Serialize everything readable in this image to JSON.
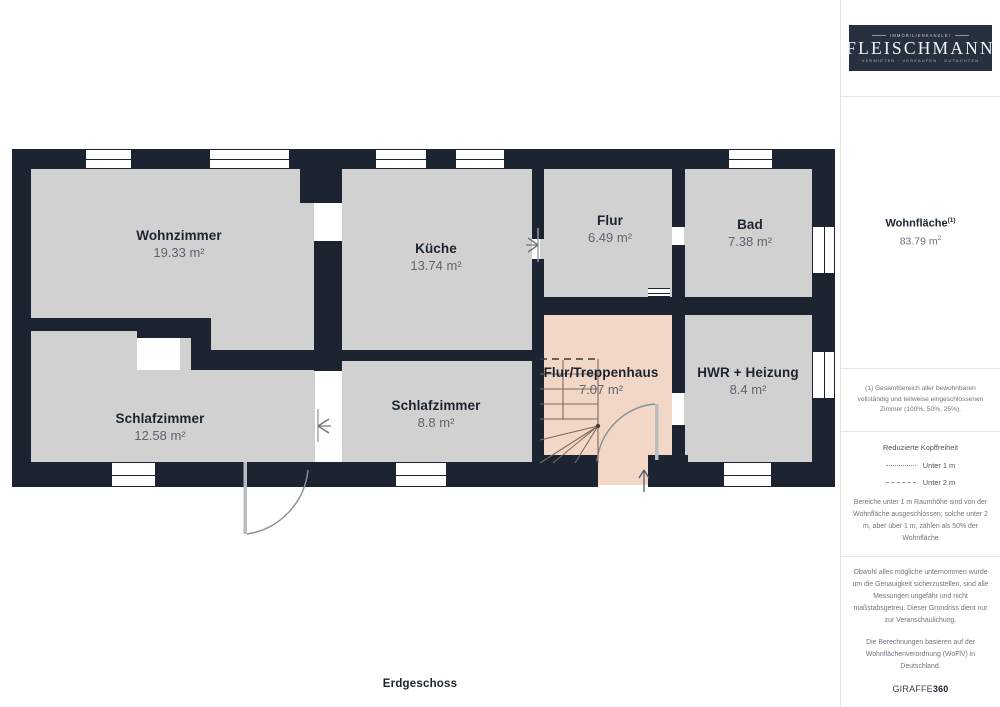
{
  "floor": {
    "caption": "Erdgeschoss"
  },
  "rooms": [
    {
      "id": "wohnzimmer",
      "name": "Wohnzimmer",
      "area": "19.33 m²"
    },
    {
      "id": "schlafzimmer_1",
      "name": "Schlafzimmer",
      "area": "12.58 m²"
    },
    {
      "id": "kueche",
      "name": "Küche",
      "area": "13.74 m²"
    },
    {
      "id": "schlafzimmer_2",
      "name": "Schlafzimmer",
      "area": "8.8 m²"
    },
    {
      "id": "flur",
      "name": "Flur",
      "area": "6.49 m²"
    },
    {
      "id": "bad",
      "name": "Bad",
      "area": "7.38 m²"
    },
    {
      "id": "flur_treppenhaus",
      "name": "Flur/Treppenhaus",
      "area": "7.07 m²"
    },
    {
      "id": "hwr_heizung",
      "name": "HWR + Heizung",
      "area": "8.4 m²"
    }
  ],
  "sidebar": {
    "logo": {
      "eyebrow": "IMMOBILIENKANZLEI",
      "name": "FLEISCHMANN",
      "tagline": "VERMIETEN · VERKAUFEN · GUTACHTEN"
    },
    "living_area": {
      "label": "Wohnfläche",
      "footnote_marker": "(1)",
      "value": "83.79 m",
      "unit_sup": "2"
    },
    "footnote": "(1) Gesamtbereich aller bewohnbaren vollständig und teilweise eingeschlossenen Zimmer (100%, 50%, 25%).",
    "legend": {
      "title": "Reduzierte Kopffreiheit",
      "items": [
        {
          "label": "Unter 1 m",
          "style": "dotted"
        },
        {
          "label": "Unter 2 m",
          "style": "dashed"
        }
      ],
      "note": "Bereiche unter 1 m Raumhöhe sind von der Wohnfläche ausgeschlossen; solche unter 2 m, aber über 1 m, zählen als 50% der Wohnfläche"
    },
    "disclaimer_1": "Obwohl alles mögliche unternommen wurde um die Genauigkeit sicherzustellen, sind alle Messungen ungefähr und nicht maßstabsgetreu. Dieser Grundriss dient nur zur Veranschaulichung.",
    "disclaimer_2": "Die Berechnungen basieren auf der Wohnflächenverordnung (WoFlV) in Deutschland.",
    "brand_prefix": "GIRAFFE",
    "brand_suffix": "360"
  },
  "colors": {
    "wall": "#1b2430",
    "room_fill": "#d1d1d1",
    "stair_fill": "#f2d7c7",
    "logo_bg": "#263140",
    "text_primary": "#1b2430",
    "text_muted": "#6f767f"
  }
}
